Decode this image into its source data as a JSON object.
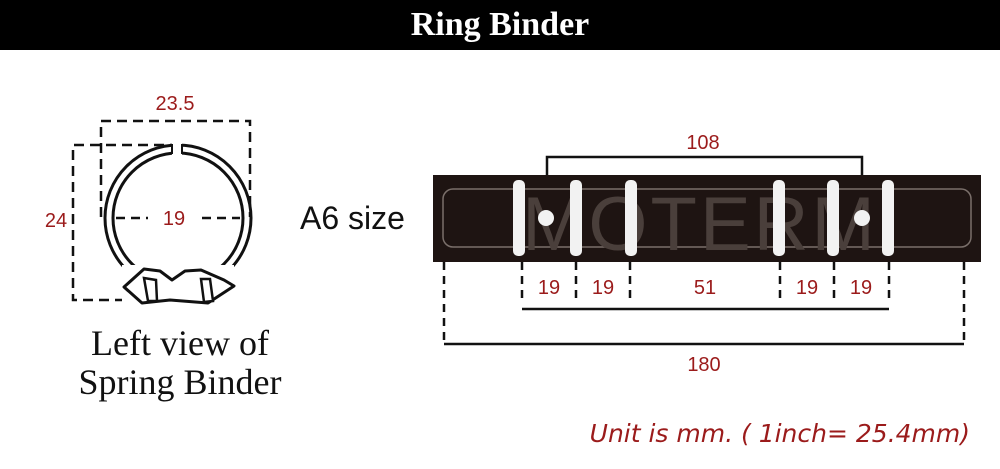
{
  "header": {
    "title": "Ring Binder"
  },
  "left_view": {
    "caption_line1": "Left view of",
    "caption_line2": "Spring Binder",
    "width_dim": "23.5",
    "height_dim": "24",
    "ring_dim": "19"
  },
  "top_view": {
    "size_label": "A6 size",
    "watermark": "MOTERM",
    "top_span_dim": "108",
    "segment_dims": [
      "19",
      "19",
      "51",
      "19",
      "19"
    ],
    "total_length_dim": "180"
  },
  "footer": {
    "unit_note": "Unit is mm. ( 1inch= 25.4mm)"
  },
  "colors": {
    "dimension_text": "#9b1b1b",
    "header_bg": "#000000",
    "binder_strip": "#1e1412"
  }
}
